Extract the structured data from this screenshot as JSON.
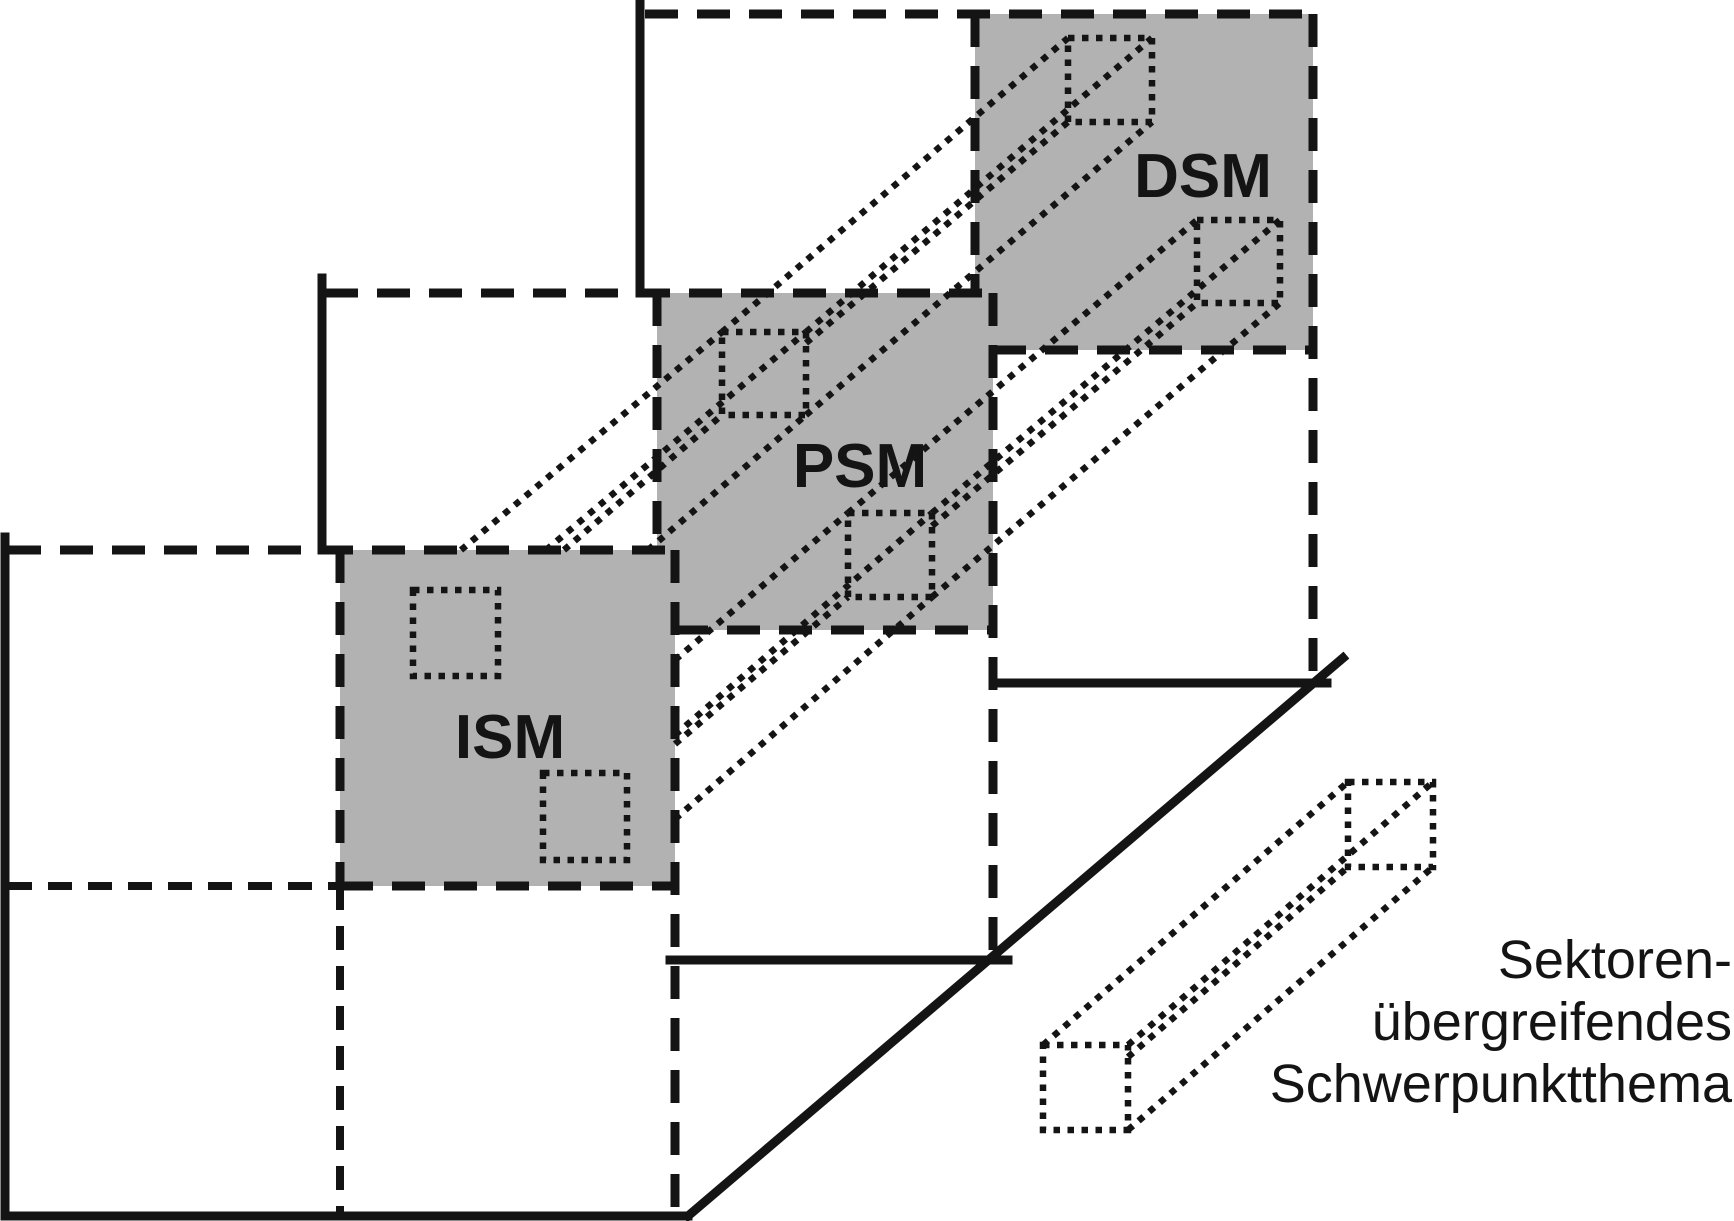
{
  "colors": {
    "plane_fill": "#b2b2b2",
    "line": "#141414",
    "background": "#ffffff"
  },
  "planes": [
    {
      "label": "ISM"
    },
    {
      "label": "PSM"
    },
    {
      "label": "DSM"
    }
  ],
  "annotation": {
    "lines": [
      "Sektoren-",
      "übergreifendes",
      "Schwerpunktthema"
    ]
  }
}
